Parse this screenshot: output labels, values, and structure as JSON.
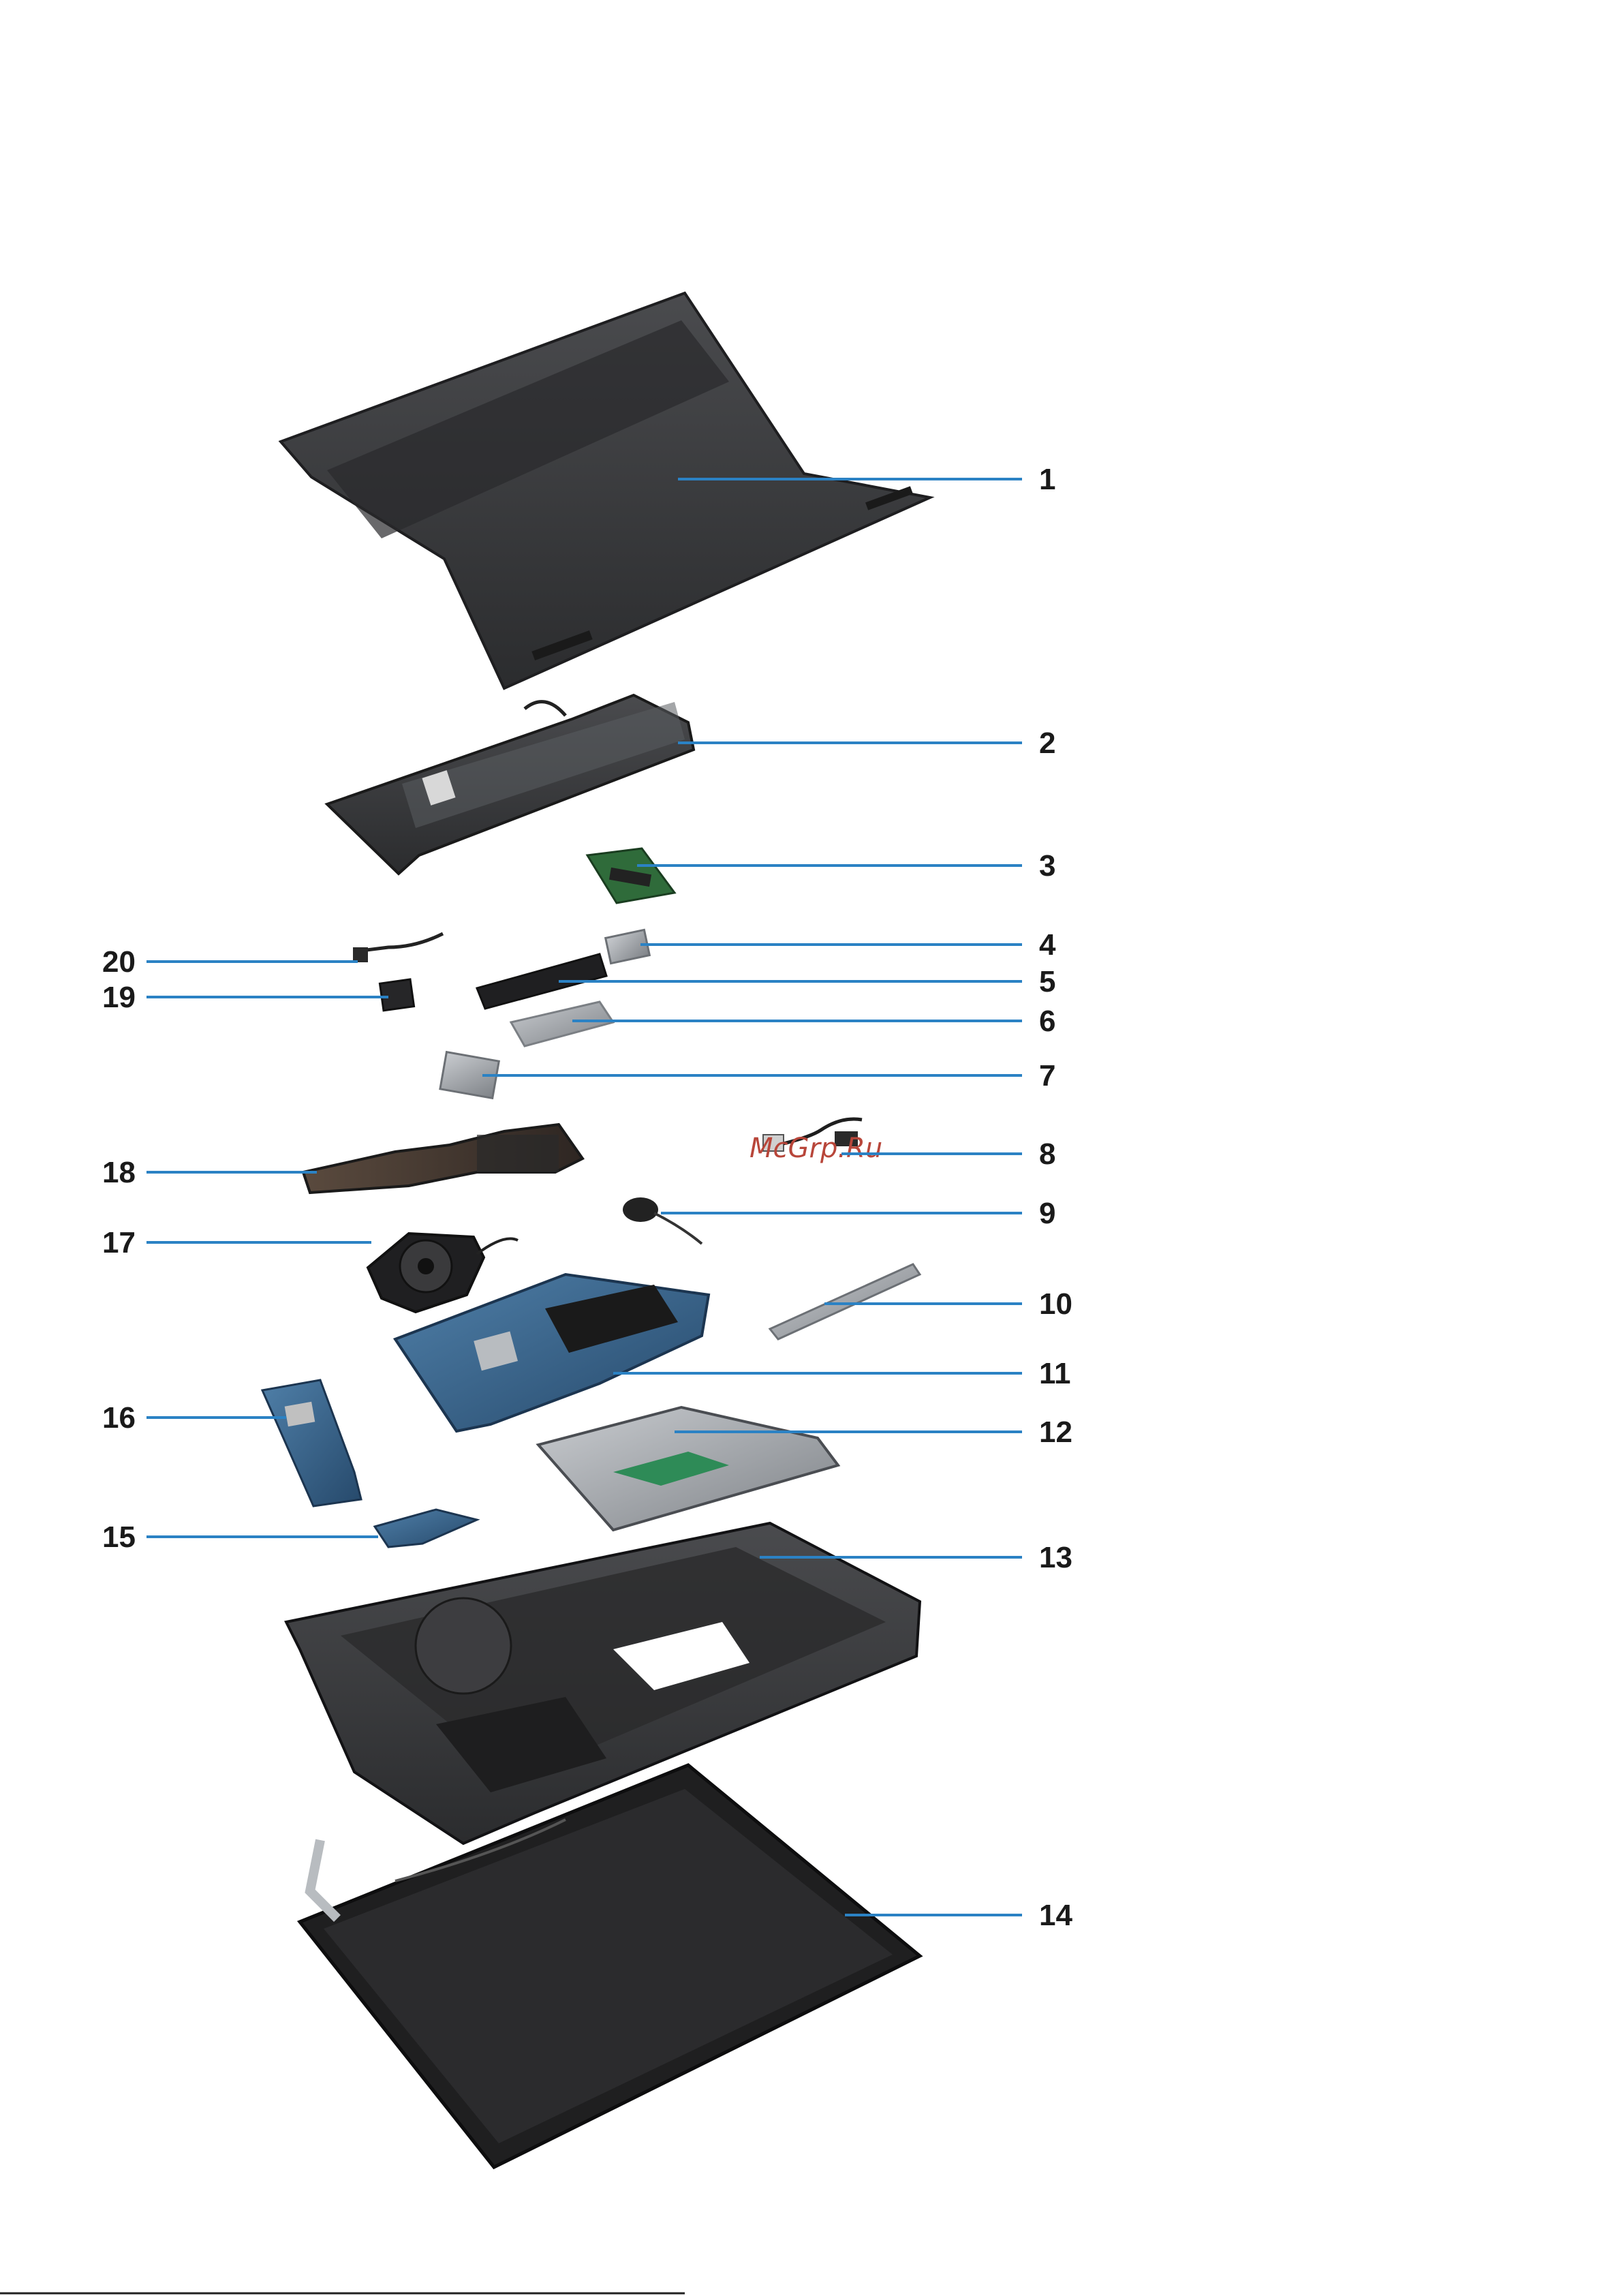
{
  "watermark": "McGrp.Ru",
  "callouts": [
    "1",
    "2",
    "3",
    "4",
    "5",
    "6",
    "7",
    "8",
    "9",
    "10",
    "11",
    "12",
    "13",
    "14",
    "15",
    "16",
    "17",
    "18",
    "19",
    "20"
  ],
  "colors": {
    "leader": "#2b82c4",
    "part_dark": "#3a3a3c",
    "pcb_blue": "#2f5f8a",
    "metal": "#9a9ea3"
  }
}
